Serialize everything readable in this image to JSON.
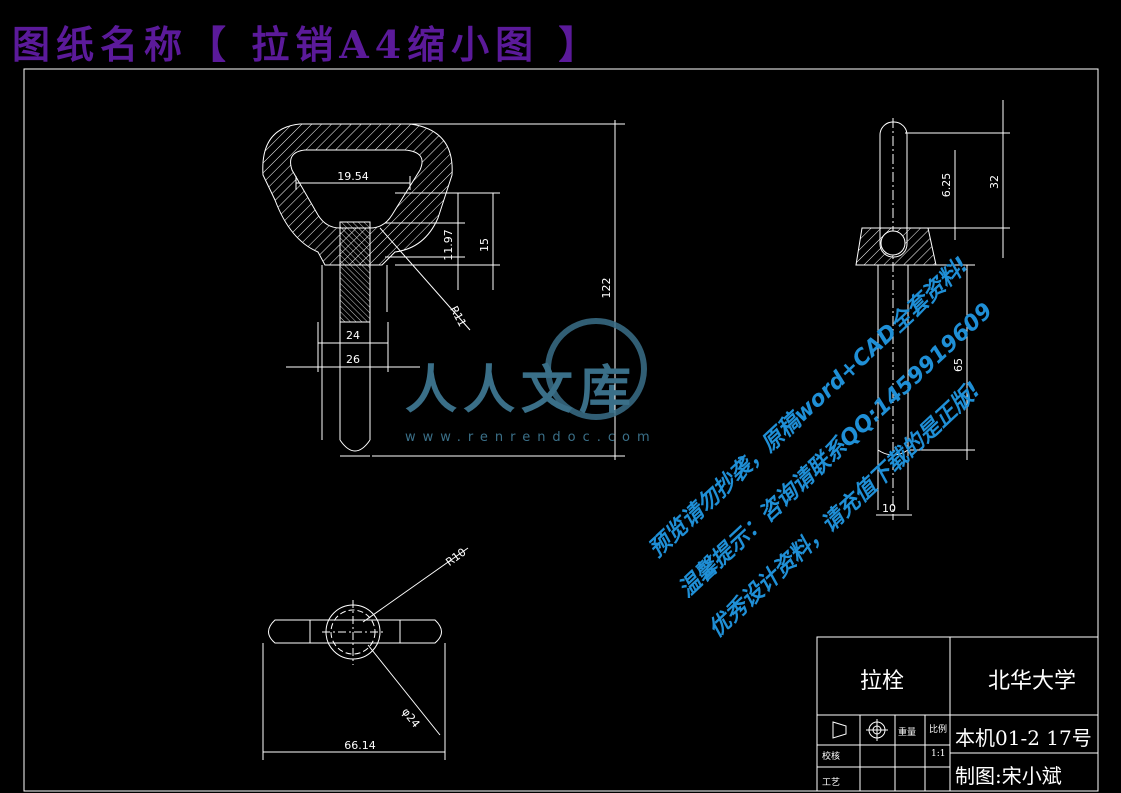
{
  "header": {
    "title": "图纸名称【 拉销A4缩小图 】"
  },
  "dimensions": {
    "top_width": "19.54",
    "shank_small": "24",
    "shank_large": "26",
    "head_h1": "11.97",
    "head_h2": "15",
    "overall": "122",
    "radius_head": "R11",
    "side_top": "6.25",
    "side_32": "32",
    "side_65": "65",
    "side_10": "10",
    "bottom_r": "R10",
    "bottom_dia": "φ24",
    "bottom_len": "66.14"
  },
  "watermark": {
    "brand": "人人文库",
    "url": "www.renrendoc.com",
    "line1": "预览请勿抄袭，原稿word+CAD全套资料!",
    "line2": "温馨提示：咨询请联系QQ:1459919609",
    "line3": "优秀设计资料，请充值下载的是正版!"
  },
  "title_block": {
    "part_name": "拉栓",
    "school": "北华大学",
    "mass_label": "重量",
    "scale_label": "比例",
    "scale_value": "1:1",
    "check_label": "校核",
    "process_label": "工艺",
    "class_label": "本机01-2 17号",
    "drawn_by": "制图:宋小斌"
  },
  "colors": {
    "background": "#000000",
    "lines": "#ffffff",
    "title": "#5b1a9a",
    "watermark": "#1f8fd6",
    "logo": "#3a6f88"
  }
}
